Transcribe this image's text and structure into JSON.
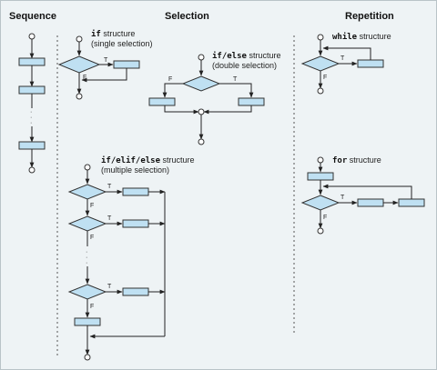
{
  "headers": {
    "sequence": "Sequence",
    "selection": "Selection",
    "repetition": "Repetition"
  },
  "if_structure": {
    "keyword": "if",
    "suffix": " structure",
    "subtitle": "(single selection)"
  },
  "if_else_structure": {
    "keyword": "if/else",
    "suffix": " structure",
    "subtitle": "(double selection)"
  },
  "if_elif_else_structure": {
    "keyword": "if/elif/else",
    "suffix": "  structure",
    "subtitle": "(multiple  selection)"
  },
  "while_structure": {
    "keyword": "while",
    "suffix": " structure"
  },
  "for_structure": {
    "keyword": "for",
    "suffix": " structure"
  },
  "branch_labels": {
    "true": "T",
    "false": "F"
  },
  "ellipsis": "·"
}
